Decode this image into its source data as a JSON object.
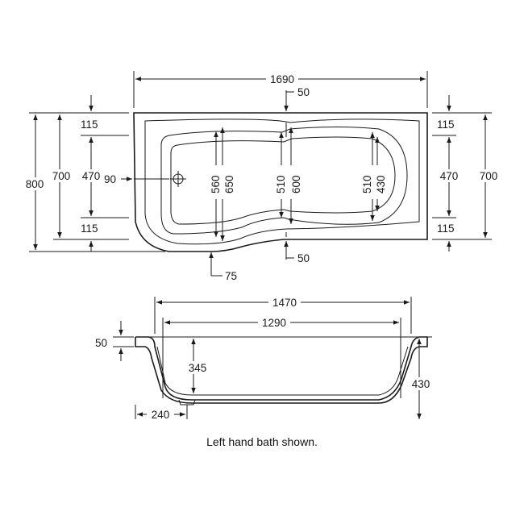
{
  "plan_view": {
    "overall_length": "1690",
    "rim_top": "50",
    "rim_bottom": "50",
    "overall_width_left": "800",
    "width_left": "700",
    "width_right": "700",
    "rim_left_top": "115",
    "rim_left_bottom": "115",
    "rim_right_top": "115",
    "rim_right_bottom": "115",
    "inner_left": "470",
    "inner_right": "470",
    "waste_offset": "90",
    "shower_depth_a": "560",
    "shower_depth_b": "650",
    "mid_depth_a": "510",
    "mid_depth_b": "600",
    "end_depth_a": "510",
    "end_depth_b": "430",
    "corner_offset": "75"
  },
  "side_view": {
    "top_length": "1470",
    "base_length": "1290",
    "rim_height": "50",
    "inner_depth": "345",
    "overall_height": "430",
    "waste_offset": "240"
  },
  "caption": "Left hand bath shown."
}
